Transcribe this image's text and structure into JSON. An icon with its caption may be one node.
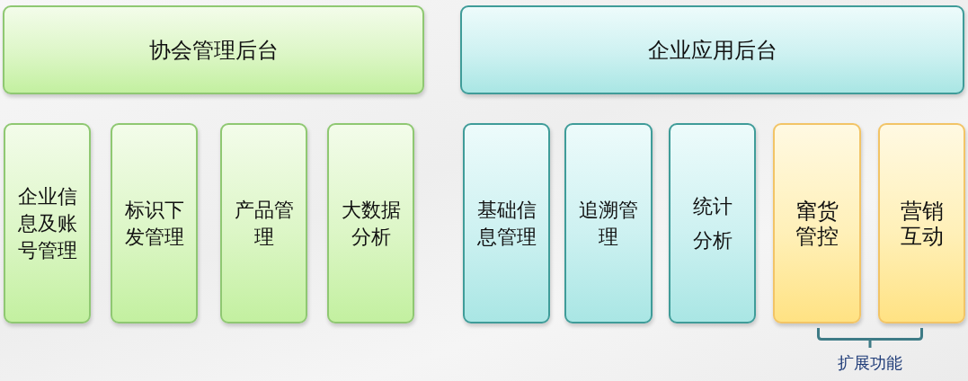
{
  "diagram": {
    "nodes": [
      {
        "text": [
          "协会管理后台"
        ]
      },
      {
        "text": [
          "企业应用后台"
        ]
      },
      {
        "text": [
          "企业信息及账号管理"
        ]
      },
      {
        "text": [
          "标识下发管理"
        ]
      },
      {
        "text": [
          "产品管理"
        ]
      },
      {
        "text": [
          "大数据分析"
        ]
      },
      {
        "text": [
          "基础信息管理"
        ]
      },
      {
        "text": [
          "追溯管理"
        ]
      },
      {
        "text": [
          "统计分析"
        ]
      },
      {
        "text": [
          "窜货管控"
        ]
      },
      {
        "text": [
          "营销互动"
        ]
      }
    ],
    "labels": [
      "扩展功能"
    ]
  }
}
